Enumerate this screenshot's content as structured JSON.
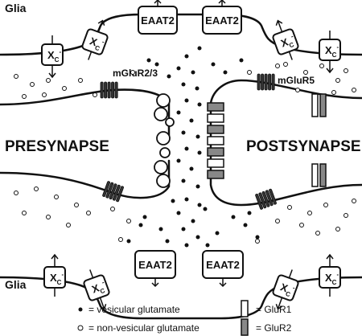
{
  "labels": {
    "glia_top": "Glia",
    "glia_bottom": "Glia",
    "presynapse": "PRESYNAPSE",
    "postsynapse": "POSTSYNAPSE",
    "mglur23": "mGluR2/3",
    "mglur5": "mGluR5",
    "eaat2": "EAAT2",
    "xc_base": "X",
    "xc_sub": "C",
    "xc_sup": "-"
  },
  "legend": {
    "vesicular": "= vesicular glutamate",
    "non_vesicular": "= non-vesicular glutamate",
    "glur1": "= GluR1",
    "glur2": "= GluR2"
  },
  "colors": {
    "line": "#111111",
    "glur1_fill": "#ffffff",
    "glur2_fill": "#888888",
    "mglur_fill": "#333333",
    "dot_filled": "#111111"
  }
}
